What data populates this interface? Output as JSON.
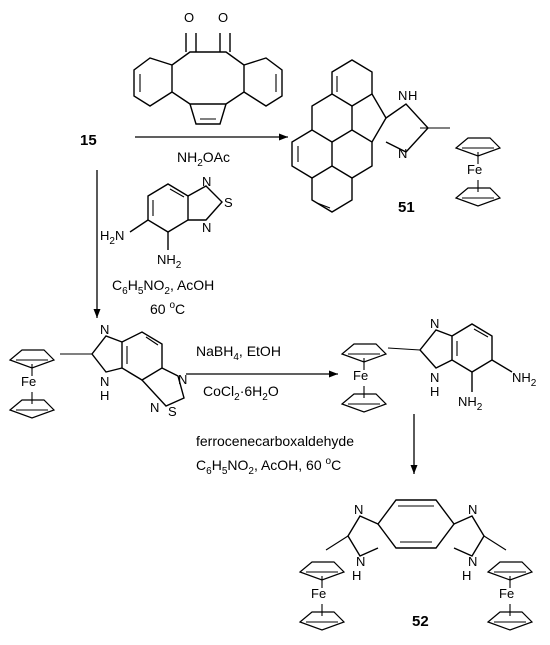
{
  "compounds": {
    "start": "15",
    "pyrene_product": "51",
    "bis_product": "52"
  },
  "atoms": {
    "oxygen": "O",
    "nitrogen": "N",
    "sulfur": "S",
    "nh": "NH",
    "h": "H",
    "iron": "Fe",
    "amine_h2n": "H2N",
    "amine_nh2": "NH2"
  },
  "conditions": {
    "step1_reagent": "NH2OAc",
    "step2_solvent": "C6H5NO2, AcOH",
    "step2_temp": "60 oC",
    "step3_reagent": "NaBH4, EtOH",
    "step3_catalyst": "CoCl2·6H2O",
    "step4_reagent": "ferrocenecarboxaldehyde",
    "step4_conditions": "C6H5NO2, AcOH, 60 oC"
  },
  "colors": {
    "ink": "#000000",
    "background": "#ffffff"
  }
}
